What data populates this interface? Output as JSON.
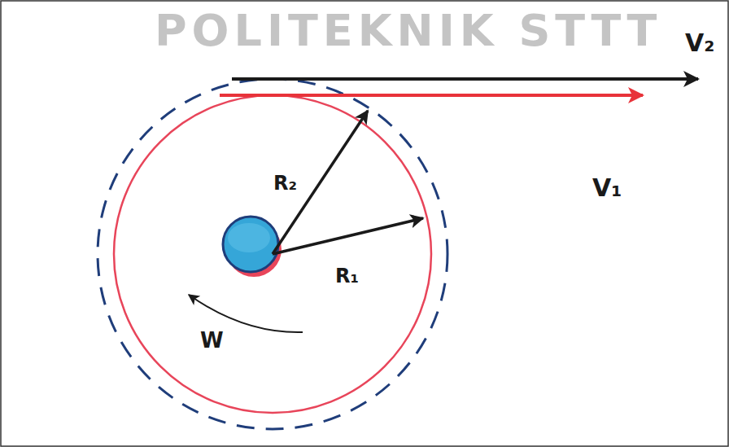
{
  "diagram": {
    "labels": [
      "POLITEKNIK STTT",
      "V₂",
      "R₂",
      "V₁",
      "R₁",
      "W"
    ]
  }
}
